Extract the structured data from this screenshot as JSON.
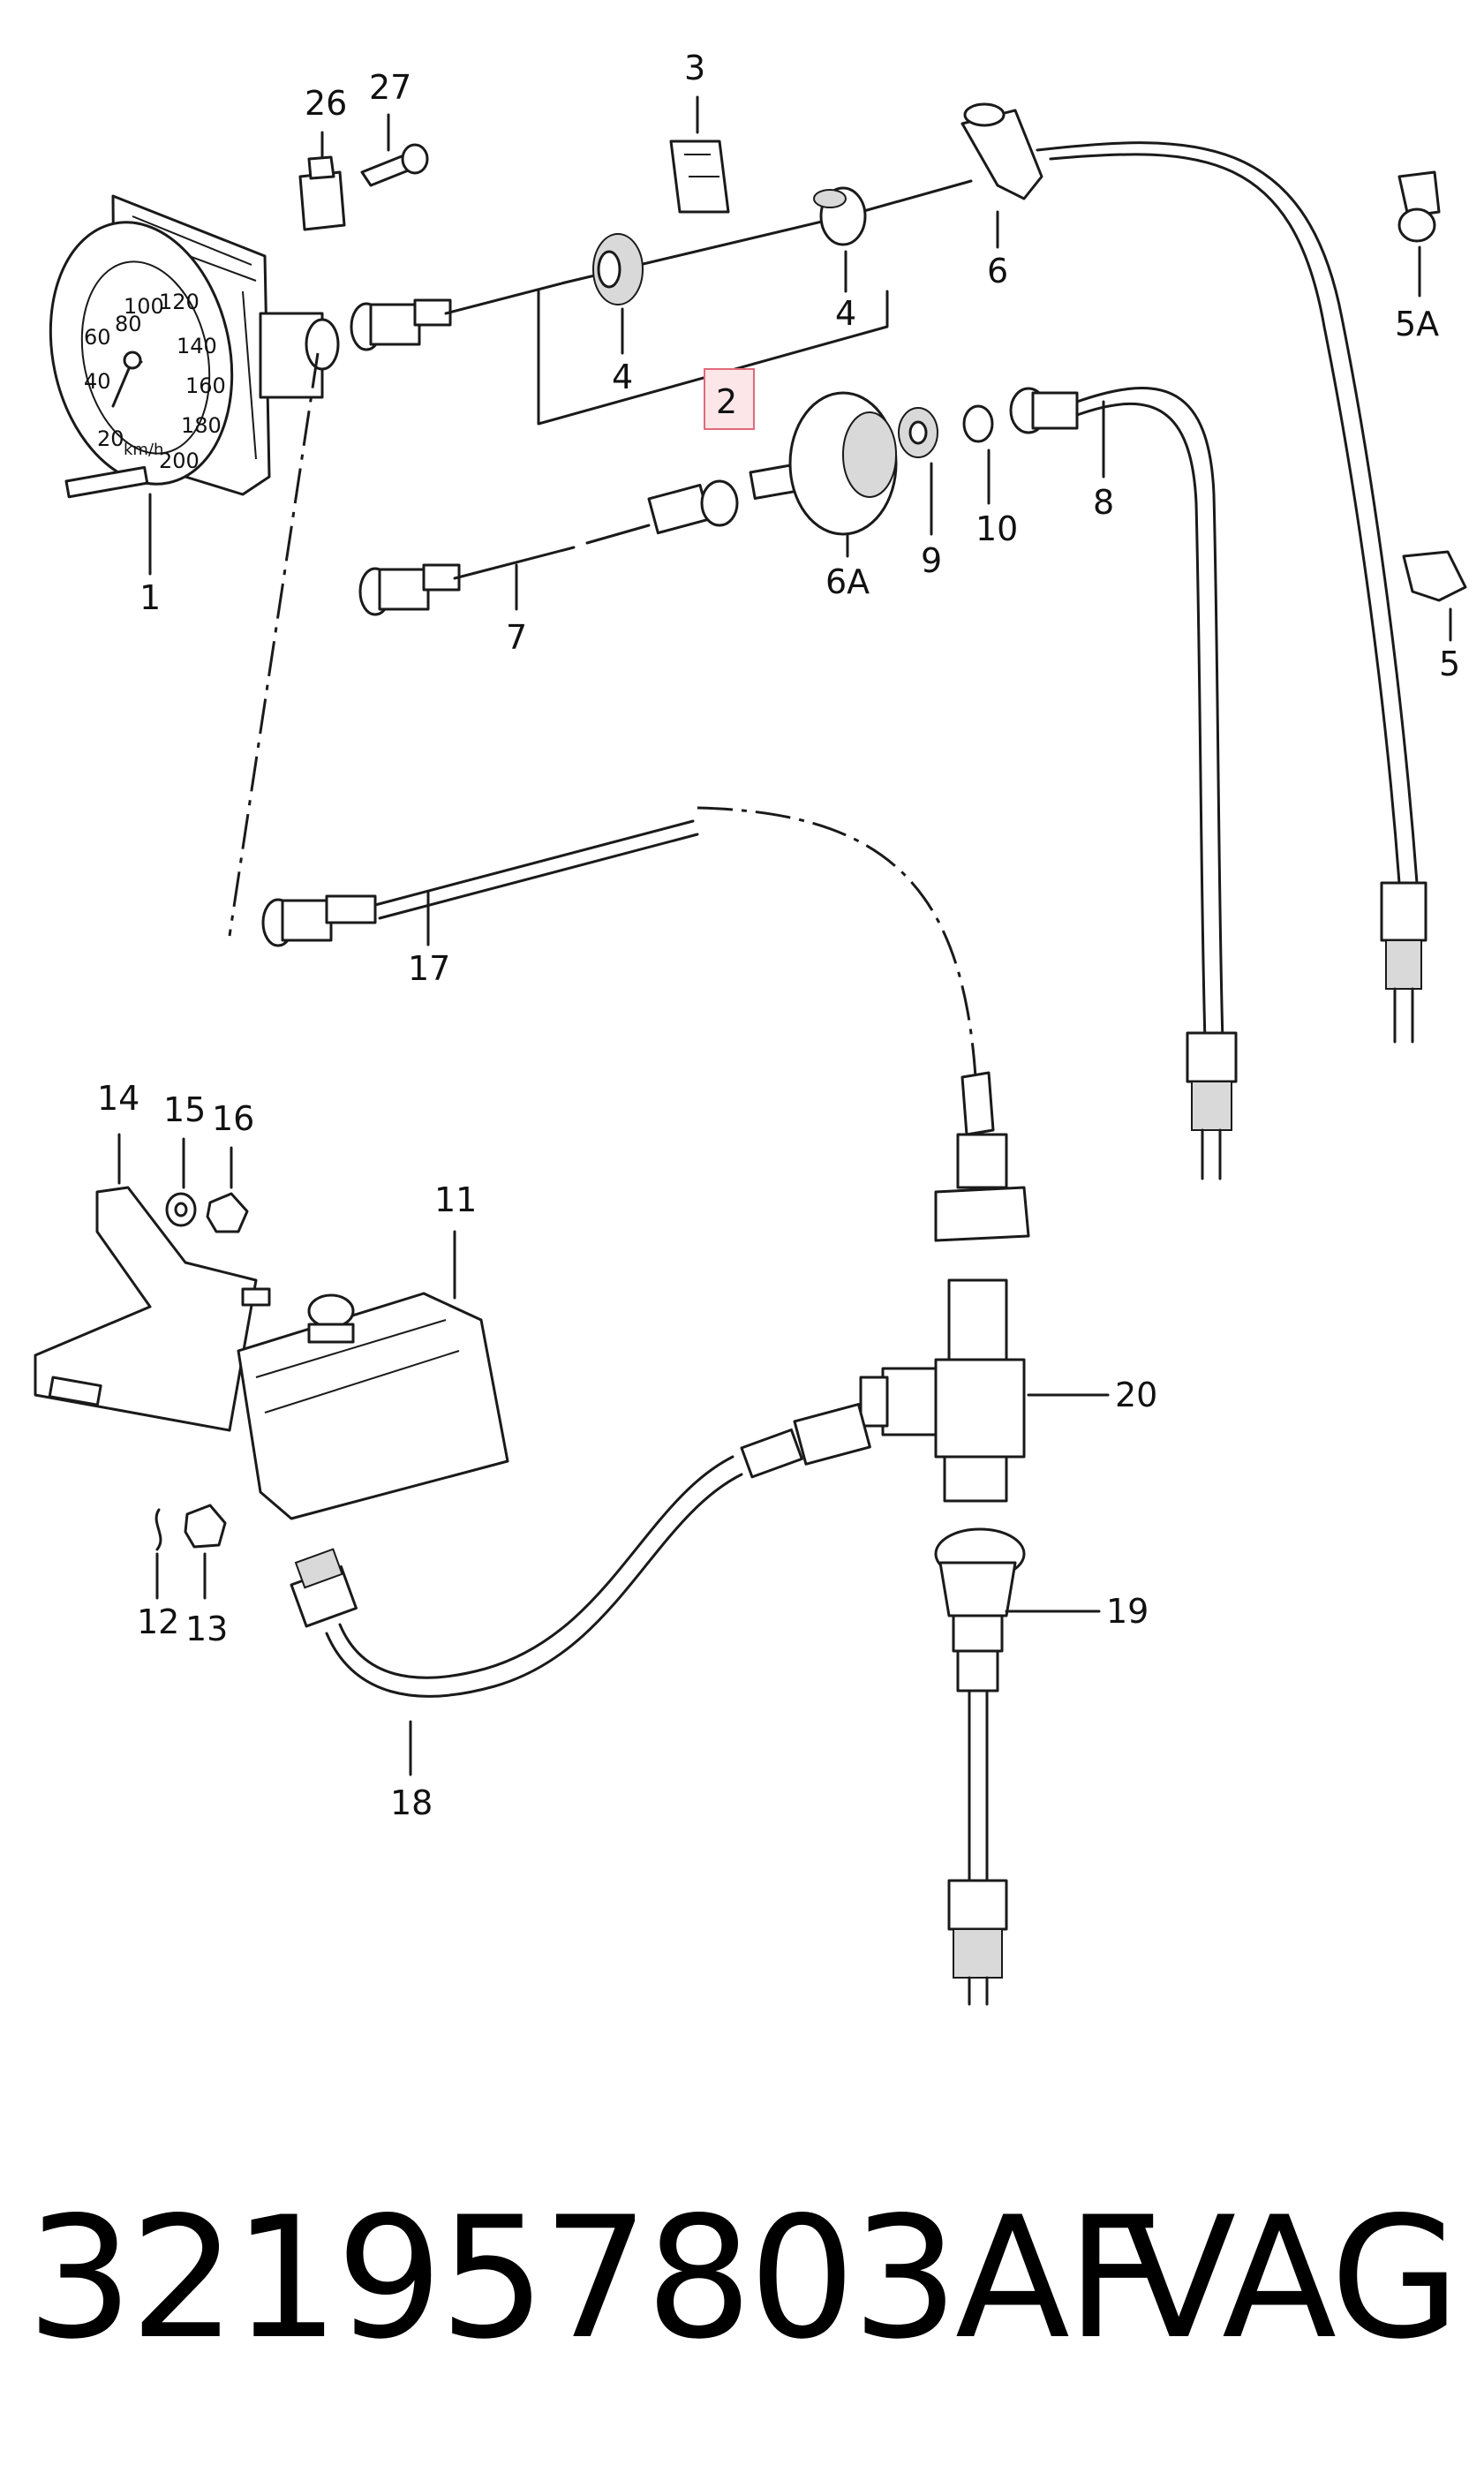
{
  "callouts": {
    "c1": "1",
    "c2": "2",
    "c3": "3",
    "c4a": "4",
    "c4b": "4",
    "c5": "5",
    "c5a": "5A",
    "c6": "6",
    "c6a": "6A",
    "c7": "7",
    "c8": "8",
    "c9": "9",
    "c10": "10",
    "c11": "11",
    "c12": "12",
    "c13": "13",
    "c14": "14",
    "c15": "15",
    "c16": "16",
    "c17": "17",
    "c18": "18",
    "c19": "19",
    "c20": "20",
    "c26": "26",
    "c27": "27"
  },
  "gauge": {
    "ticks": [
      "20",
      "40",
      "60",
      "80",
      "100",
      "120",
      "140",
      "160",
      "180",
      "200"
    ],
    "unit": "km/h"
  },
  "footer": {
    "part_number": "321957803AF",
    "brand": "VAG"
  },
  "colors": {
    "highlight_fill": "#fde6e8",
    "highlight_stroke": "#e06a7a",
    "ink": "#1a1a1a"
  }
}
